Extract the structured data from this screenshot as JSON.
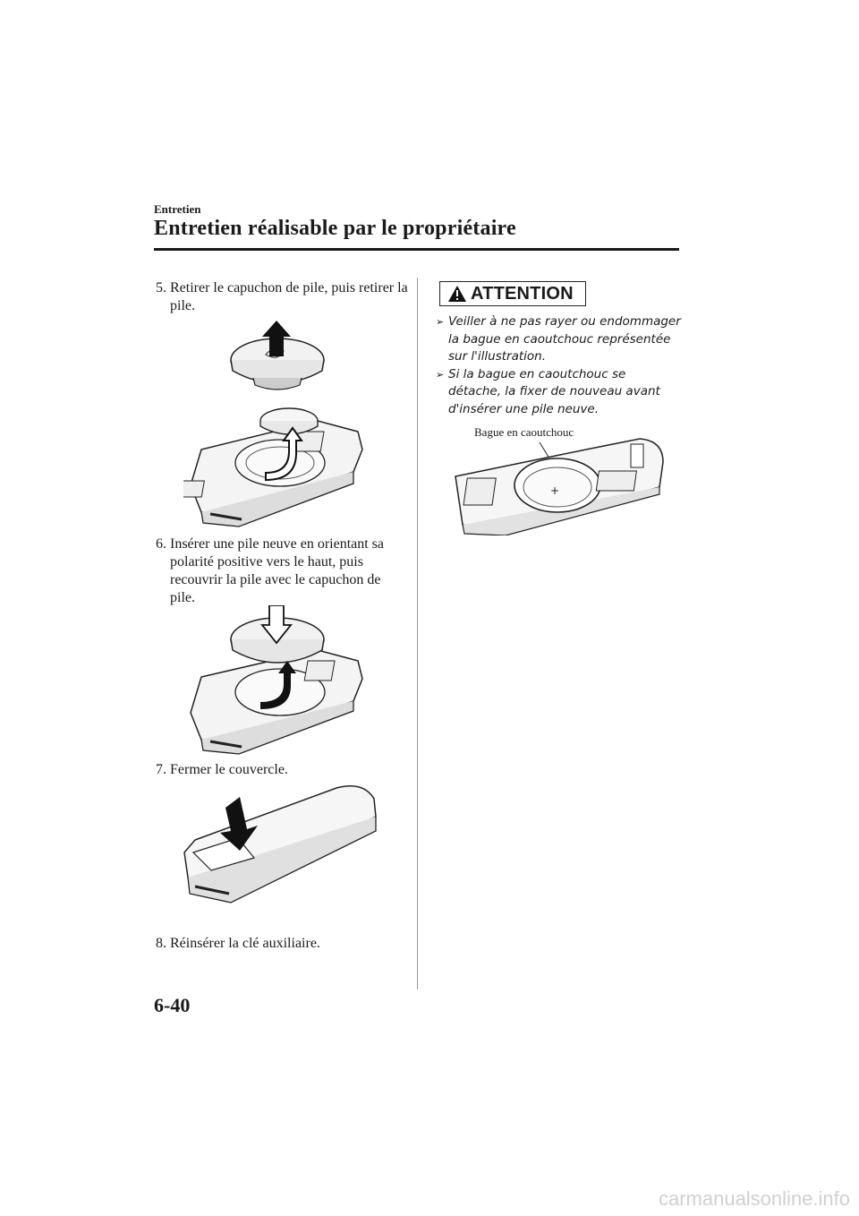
{
  "header": {
    "section": "Entretien",
    "title": "Entretien réalisable par le propriétaire"
  },
  "steps": [
    {
      "number": "5.",
      "text": "Retirer le capuchon de pile, puis retirer la pile."
    },
    {
      "number": "6.",
      "text": "Insérer une pile neuve en orientant sa polarité positive vers le haut, puis recouvrir la pile avec le capuchon de pile."
    },
    {
      "number": "7.",
      "text": "Fermer le couvercle."
    },
    {
      "number": "8.",
      "text": "Réinsérer la clé auxiliaire."
    }
  ],
  "attention": {
    "label": "ATTENTION",
    "bullets": [
      "Veiller à ne pas rayer ou endommager la bague en caoutchouc représentée sur l'illustration.",
      "Si la bague en caoutchouc se détache, la fixer de nouveau avant d'insérer une pile neuve."
    ]
  },
  "figure_label": "Bague en caoutchouc",
  "page_number": "6-40",
  "watermark": "carmanualsonline.info"
}
